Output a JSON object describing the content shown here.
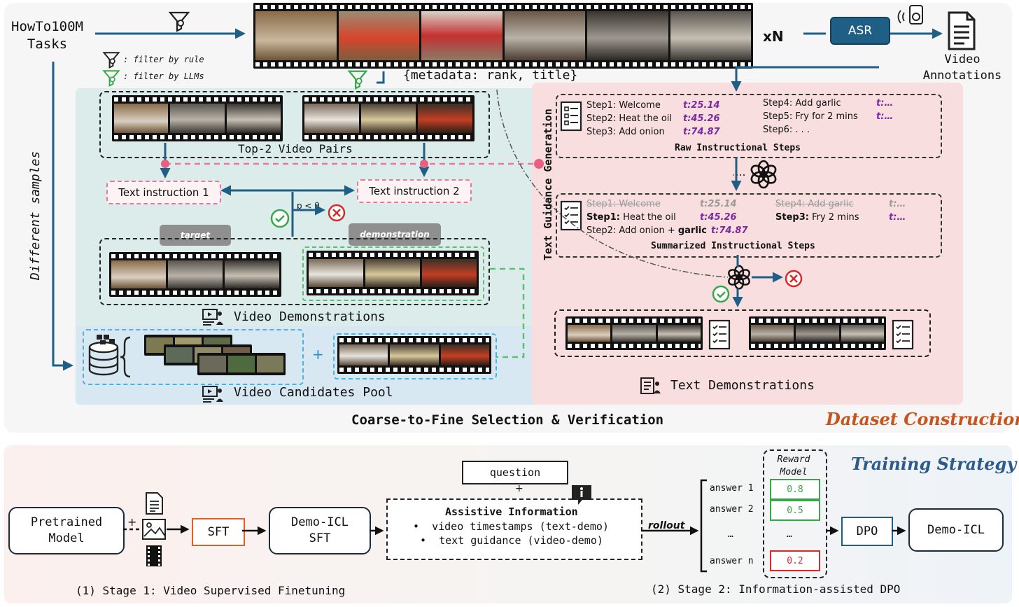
{
  "top": {
    "source_label": "HowTo100M\nTasks",
    "filter_rule_label": ": filter by rule",
    "filter_llm_label": ": filter by LLMs",
    "multiplier": "xN",
    "asr_label": "ASR",
    "video_annotations": "Video\nAnnotations",
    "metadata": "{metadata: rank, title}",
    "different_samples": "Different samples"
  },
  "selection": {
    "top2_label": "Top-2 Video Pairs",
    "text_instruction_1": "Text instruction 1",
    "text_instruction_2": "Text instruction 2",
    "threshold": "p < θ",
    "target_tag": "target",
    "demonstration_tag": "demonstration",
    "video_demos_label": "Video Demonstrations",
    "pool_label": "Video Candidates Pool",
    "plus": "+",
    "section_title": "Coarse-to-Fine Selection & Verification"
  },
  "guidance": {
    "vertical_label": "Text Guidance Generation",
    "raw_steps": [
      {
        "step": "Step1: Welcome",
        "t": "t:25.14"
      },
      {
        "step": "Step2: Heat the oil",
        "t": "t:45.26"
      },
      {
        "step": "Step3: Add onion",
        "t": "t:74.87"
      }
    ],
    "raw_steps_right": [
      {
        "step": "Step4: Add garlic",
        "t": "t:…"
      },
      {
        "step": "Step5: Fry for 2 mins",
        "t": "t:…"
      },
      {
        "step": "Step6: . . .",
        "t": ""
      }
    ],
    "raw_title": "Raw Instructional Steps",
    "sum_struck": [
      {
        "step": "Step1: Welcome",
        "t": "t:25.14"
      },
      {
        "step": "Step4: Add garlic",
        "t": "t:…"
      }
    ],
    "sum_step1_bold": "Step1:",
    "sum_step1_rest": " Heat the oil",
    "sum_step1_t": "t:45.26",
    "sum_step3_bold": "Step3:",
    "sum_step3_rest": " Fry 2 mins",
    "sum_step3_t": "t:…",
    "sum_step2_pre": "Step2: Add onion + ",
    "sum_step2_bold": "garlic",
    "sum_step2_t": "t:74.87",
    "sum_title": "Summarized Instructional Steps",
    "text_demos_label": "Text Demonstrations",
    "dataset_construction": "Dataset Construction"
  },
  "training": {
    "title": "Training Strategy",
    "pretrained": "Pretrained\nModel",
    "plus": "+",
    "sft": "SFT",
    "demo_icl_sft": "Demo-ICL\nSFT",
    "question": "question",
    "assist_title": "Assistive Information",
    "assist_items": [
      "•  video timestamps (text-demo)",
      "•  text guidance (video-demo)"
    ],
    "rollout": "rollout",
    "reward_model": "Reward\nModel",
    "answers": [
      "answer 1",
      "answer 2",
      "…",
      "answer n"
    ],
    "rewards": [
      "0.8",
      "0.5",
      "…",
      "0.2"
    ],
    "dpo": "DPO",
    "demo_icl": "Demo-ICL",
    "stage1": "(1) Stage 1: Video Supervised Finetuning",
    "stage2": "(2) Stage 2: Information-assisted DPO"
  },
  "colors": {
    "arrow": "#1f5f86",
    "orange": "#d9632b",
    "accent_title": "#c5541d",
    "training_title": "#2a5b8c",
    "pink_dash": "#e77a9a",
    "green_dash": "#5cbf74",
    "blue_dash": "#4cb3de",
    "reward_green": "#3aa64a",
    "reward_red": "#d82a2a"
  }
}
